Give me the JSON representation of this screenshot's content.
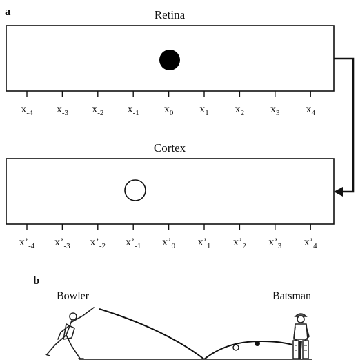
{
  "panel_a": {
    "label": "a",
    "retina": {
      "title": "Retina",
      "ticks": [
        {
          "base": "x",
          "sub": "-4"
        },
        {
          "base": "x",
          "sub": "-3"
        },
        {
          "base": "x",
          "sub": "-2"
        },
        {
          "base": "x",
          "sub": "-1"
        },
        {
          "base": "x",
          "sub": "0"
        },
        {
          "base": "x",
          "sub": "1"
        },
        {
          "base": "x",
          "sub": "2"
        },
        {
          "base": "x",
          "sub": "3"
        },
        {
          "base": "x",
          "sub": "4"
        }
      ]
    },
    "cortex": {
      "title": "Cortex",
      "ticks": [
        {
          "base": "x’",
          "sub": "-4"
        },
        {
          "base": "x’",
          "sub": "-3"
        },
        {
          "base": "x’",
          "sub": "-2"
        },
        {
          "base": "x’",
          "sub": "-1"
        },
        {
          "base": "x’",
          "sub": "0"
        },
        {
          "base": "x’",
          "sub": "1"
        },
        {
          "base": "x’",
          "sub": "2"
        },
        {
          "base": "x’",
          "sub": "3"
        },
        {
          "base": "x’",
          "sub": "4"
        }
      ]
    }
  },
  "panel_b": {
    "label": "b",
    "bowler_label": "Bowler",
    "batsman_label": "Batsman"
  }
}
